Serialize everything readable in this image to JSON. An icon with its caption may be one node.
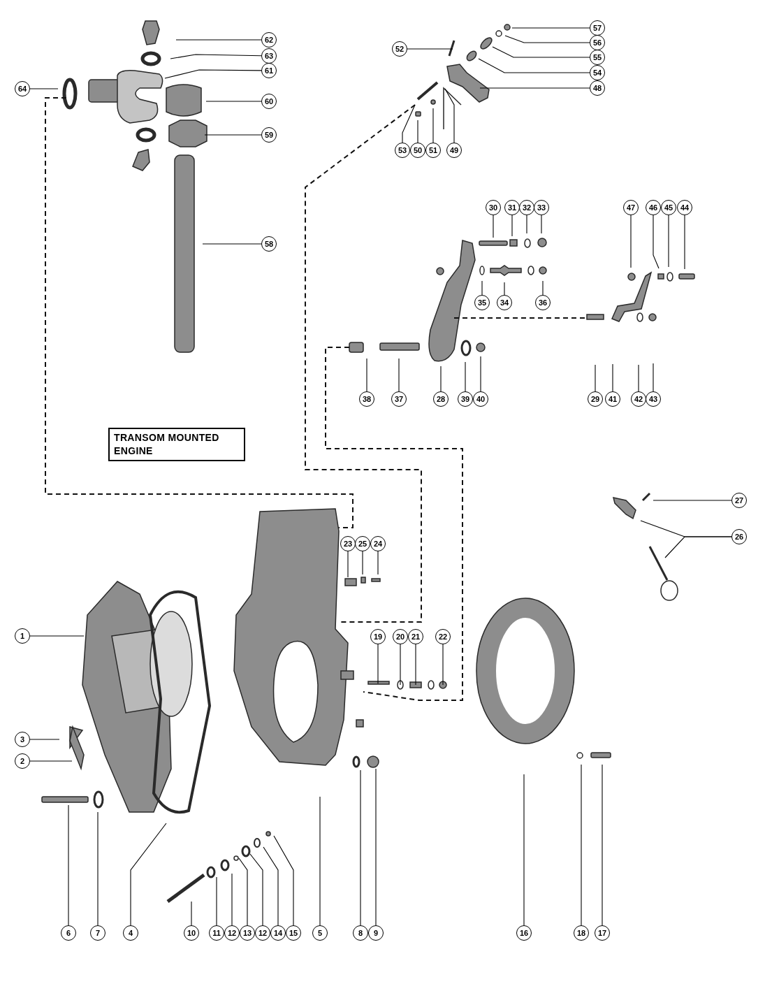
{
  "diagram": {
    "nodes": [
      {
        "text": [
          "57"
        ]
      },
      {
        "text": [
          "62"
        ]
      },
      {
        "text": [
          "56"
        ]
      },
      {
        "text": [
          "52"
        ]
      },
      {
        "text": [
          "63"
        ]
      },
      {
        "text": [
          "55"
        ]
      },
      {
        "text": [
          "61"
        ]
      },
      {
        "text": [
          "54"
        ]
      },
      {
        "text": [
          "64"
        ]
      },
      {
        "text": [
          "48"
        ]
      },
      {
        "text": [
          "60"
        ]
      },
      {
        "text": [
          "59"
        ]
      },
      {
        "text": [
          "53"
        ]
      },
      {
        "text": [
          "50"
        ]
      },
      {
        "text": [
          "51"
        ]
      },
      {
        "text": [
          "49"
        ]
      },
      {
        "text": [
          "30"
        ]
      },
      {
        "text": [
          "31"
        ]
      },
      {
        "text": [
          "32"
        ]
      },
      {
        "text": [
          "33"
        ]
      },
      {
        "text": [
          "47"
        ]
      },
      {
        "text": [
          "46"
        ]
      },
      {
        "text": [
          "45"
        ]
      },
      {
        "text": [
          "44"
        ]
      },
      {
        "text": [
          "58"
        ]
      },
      {
        "text": [
          "35"
        ]
      },
      {
        "text": [
          "34"
        ]
      },
      {
        "text": [
          "36"
        ]
      },
      {
        "text": [
          "38"
        ]
      },
      {
        "text": [
          "37"
        ]
      },
      {
        "text": [
          "28"
        ]
      },
      {
        "text": [
          "39"
        ]
      },
      {
        "text": [
          "40"
        ]
      },
      {
        "text": [
          "29"
        ]
      },
      {
        "text": [
          "41"
        ]
      },
      {
        "text": [
          "42"
        ]
      },
      {
        "text": [
          "43"
        ]
      },
      {
        "text": [
          "TRANSOM MOUNTED ENGINE"
        ]
      },
      {
        "text": [
          "27"
        ]
      },
      {
        "text": [
          "26"
        ]
      },
      {
        "text": [
          "23"
        ]
      },
      {
        "text": [
          "25"
        ]
      },
      {
        "text": [
          "24"
        ]
      },
      {
        "text": [
          "1"
        ]
      },
      {
        "text": [
          "19"
        ]
      },
      {
        "text": [
          "20"
        ]
      },
      {
        "text": [
          "21"
        ]
      },
      {
        "text": [
          "22"
        ]
      },
      {
        "text": [
          "3"
        ]
      },
      {
        "text": [
          "2"
        ]
      },
      {
        "text": [
          "6"
        ]
      },
      {
        "text": [
          "7"
        ]
      },
      {
        "text": [
          "4"
        ]
      },
      {
        "text": [
          "10"
        ]
      },
      {
        "text": [
          "11"
        ]
      },
      {
        "text": [
          "12"
        ]
      },
      {
        "text": [
          "13"
        ]
      },
      {
        "text": [
          "12"
        ]
      },
      {
        "text": [
          "14"
        ]
      },
      {
        "text": [
          "15"
        ]
      },
      {
        "text": [
          "5"
        ]
      },
      {
        "text": [
          "8"
        ]
      },
      {
        "text": [
          "9"
        ]
      },
      {
        "text": [
          "16"
        ]
      },
      {
        "text": [
          "18"
        ]
      },
      {
        "text": [
          "17"
        ]
      }
    ],
    "edges": [
      {
        "from": 0,
        "to": null,
        "arrow": "none"
      },
      {
        "from": 1,
        "to": null,
        "arrow": "none"
      },
      {
        "from": 2,
        "to": null,
        "arrow": "none"
      },
      {
        "from": 3,
        "to": null,
        "arrow": "none"
      },
      {
        "from": 4,
        "to": null,
        "arrow": "none"
      },
      {
        "from": 5,
        "to": null,
        "arrow": "none"
      },
      {
        "from": 6,
        "to": null,
        "arrow": "none"
      },
      {
        "from": 7,
        "to": null,
        "arrow": "none"
      },
      {
        "from": 8,
        "to": null,
        "arrow": "none"
      },
      {
        "from": 9,
        "to": null,
        "arrow": "none"
      },
      {
        "from": 10,
        "to": null,
        "arrow": "none"
      },
      {
        "from": 11,
        "to": null,
        "arrow": "none"
      },
      {
        "from": 12,
        "to": null,
        "arrow": "none"
      },
      {
        "from": 13,
        "to": null,
        "arrow": "none"
      },
      {
        "from": 14,
        "to": null,
        "arrow": "none"
      },
      {
        "from": 15,
        "to": null,
        "arrow": "none"
      },
      {
        "from": 16,
        "to": null,
        "arrow": "none"
      },
      {
        "from": 17,
        "to": null,
        "arrow": "none"
      },
      {
        "from": 18,
        "to": null,
        "arrow": "none"
      },
      {
        "from": 19,
        "to": null,
        "arrow": "none"
      },
      {
        "from": 20,
        "to": null,
        "arrow": "none"
      },
      {
        "from": 21,
        "to": null,
        "arrow": "none"
      },
      {
        "from": 22,
        "to": null,
        "arrow": "none"
      },
      {
        "from": 23,
        "to": null,
        "arrow": "none"
      },
      {
        "from": 24,
        "to": null,
        "arrow": "none"
      },
      {
        "from": 25,
        "to": null,
        "arrow": "none"
      },
      {
        "from": 26,
        "to": null,
        "arrow": "none"
      },
      {
        "from": 27,
        "to": null,
        "arrow": "none"
      },
      {
        "from": 28,
        "to": null,
        "arrow": "none"
      },
      {
        "from": 29,
        "to": null,
        "arrow": "none"
      },
      {
        "from": 30,
        "to": null,
        "arrow": "none"
      },
      {
        "from": 31,
        "to": null,
        "arrow": "none"
      },
      {
        "from": 32,
        "to": null,
        "arrow": "none"
      },
      {
        "from": 33,
        "to": null,
        "arrow": "none"
      },
      {
        "from": 34,
        "to": null,
        "arrow": "none"
      },
      {
        "from": 35,
        "to": null,
        "arrow": "none"
      },
      {
        "from": 36,
        "to": null,
        "arrow": "none"
      },
      {
        "from": 38,
        "to": null,
        "arrow": "none"
      },
      {
        "from": 39,
        "to": null,
        "arrow": "none"
      },
      {
        "from": 39,
        "to": null,
        "arrow": "none"
      },
      {
        "from": 40,
        "to": null,
        "arrow": "none"
      },
      {
        "from": 41,
        "to": null,
        "arrow": "none"
      },
      {
        "from": 42,
        "to": null,
        "arrow": "none"
      },
      {
        "from": 43,
        "to": null,
        "arrow": "none"
      },
      {
        "from": 44,
        "to": null,
        "arrow": "none"
      },
      {
        "from": 45,
        "to": null,
        "arrow": "none"
      },
      {
        "from": 46,
        "to": null,
        "arrow": "none"
      },
      {
        "from": 47,
        "to": null,
        "arrow": "none"
      },
      {
        "from": 48,
        "to": null,
        "arrow": "none"
      },
      {
        "from": 49,
        "to": null,
        "arrow": "none"
      },
      {
        "from": 50,
        "to": null,
        "arrow": "none"
      },
      {
        "from": 51,
        "to": null,
        "arrow": "none"
      },
      {
        "from": 52,
        "to": null,
        "arrow": "none"
      },
      {
        "from": 53,
        "to": null,
        "arrow": "none"
      },
      {
        "from": 54,
        "to": null,
        "arrow": "none"
      },
      {
        "from": 55,
        "to": null,
        "arrow": "none"
      },
      {
        "from": 56,
        "to": null,
        "arrow": "none"
      },
      {
        "from": 57,
        "to": null,
        "arrow": "none"
      },
      {
        "from": 58,
        "to": null,
        "arrow": "none"
      },
      {
        "from": 59,
        "to": null,
        "arrow": "none"
      },
      {
        "from": 60,
        "to": null,
        "arrow": "none"
      },
      {
        "from": 61,
        "to": null,
        "arrow": "none"
      },
      {
        "from": 62,
        "to": null,
        "arrow": "none"
      },
      {
        "from": 63,
        "to": null,
        "arrow": "none"
      },
      {
        "from": 64,
        "to": null,
        "arrow": "none"
      },
      {
        "from": 65,
        "to": null,
        "arrow": "none"
      }
    ]
  }
}
